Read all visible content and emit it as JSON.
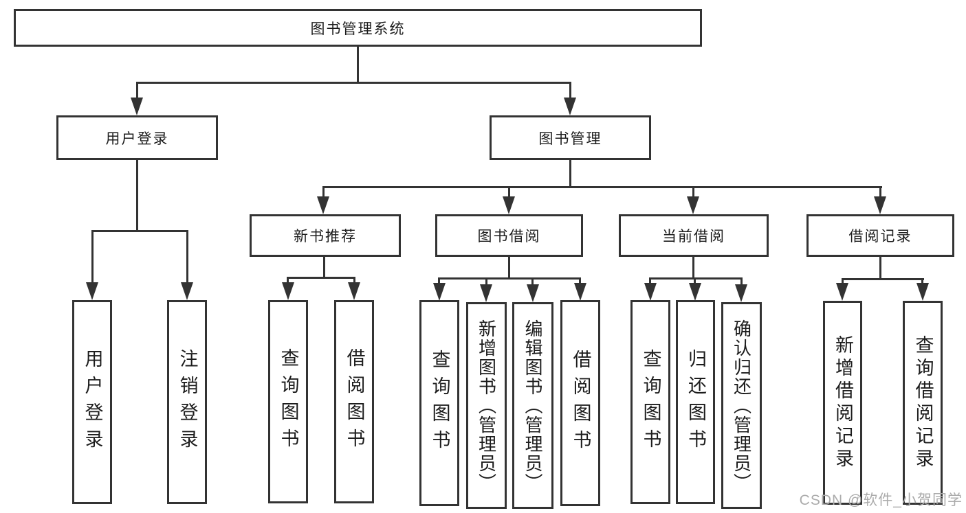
{
  "colors": {
    "line": "#333333",
    "text": "#1c1c1c",
    "watermark": "#ababab"
  },
  "tree": {
    "root": "图书管理系统",
    "user_login_branch": {
      "label": "用户登录",
      "children": [
        "用户登录",
        "注销登录"
      ]
    },
    "book_mgmt_branch": {
      "label": "图书管理",
      "sections": [
        {
          "label": "新书推荐",
          "children": [
            "查询图书",
            "借阅图书"
          ]
        },
        {
          "label": "图书借阅",
          "children": [
            "查询图书",
            "新增图书（管理员）",
            "编辑图书（管理员）",
            "借阅图书"
          ]
        },
        {
          "label": "当前借阅",
          "children": [
            "查询图书",
            "归还图书",
            "确认归还（管理员）"
          ]
        },
        {
          "label": "借阅记录",
          "children": [
            "新增借阅记录",
            "查询借阅记录"
          ]
        }
      ]
    }
  },
  "watermark": {
    "text": "CSDN @软件_小贺同学"
  }
}
